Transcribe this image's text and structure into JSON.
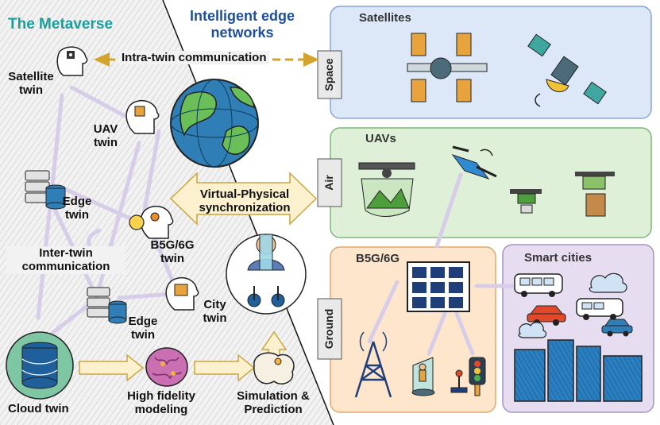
{
  "left": {
    "title": "The Metaverse",
    "intra_twin": "Intra-twin communication",
    "inter_twin": "Inter-twin communication",
    "satellite_twin": "Satellite twin",
    "uav_twin": "UAV twin",
    "edge_twin_1": "Edge twin",
    "b5g_twin": "B5G/6G twin",
    "city_twin": "City twin",
    "edge_twin_2": "Edge twin",
    "cloud_twin": "Cloud twin",
    "high_fidelity": "High fidelity modeling",
    "simulation": "Simulation & Prediction",
    "virtual_physical": "Virtual-Physical synchronization"
  },
  "right": {
    "title": "Intelligent edge networks",
    "layers": [
      "Space",
      "Air",
      "Ground"
    ],
    "satellites": "Satellites",
    "uavs": "UAVs",
    "b5g": "B5G/6G",
    "smart_cities": "Smart cities"
  },
  "colors": {
    "teal": "#1b9e9a",
    "navy": "#1f4e9c",
    "space_panel": "#dce8f8",
    "air_panel": "#dff0d8",
    "b5g_panel": "#fde6cc",
    "city_panel": "#e6def0",
    "link_lavender": "#d7cde8",
    "arrow_gold": "#d4a32c"
  },
  "icons": [
    "satellite-icon",
    "uav-icon",
    "globe-icon",
    "brain-icon",
    "server-icon",
    "database-icon",
    "cell-tower-icon",
    "traffic-light-icon",
    "bus-icon",
    "car-icon",
    "cloud-icon",
    "building-icon",
    "grid-antenna-icon",
    "vr-user-icon"
  ]
}
